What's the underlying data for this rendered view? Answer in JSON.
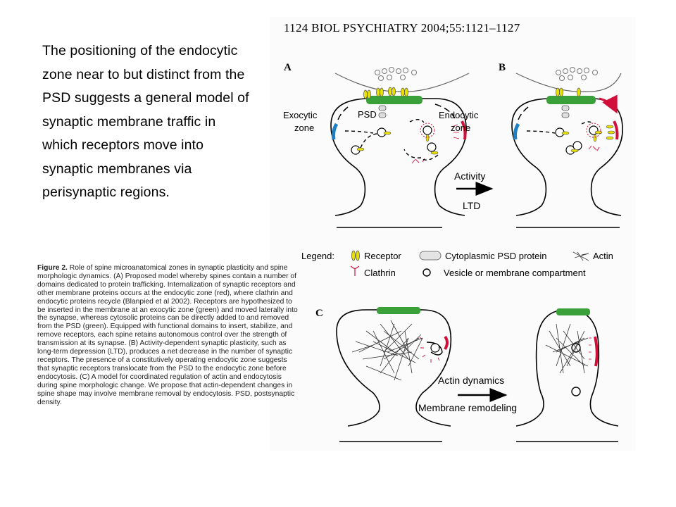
{
  "slide": {
    "text": "The positioning of the endocytic zone near to but distinct from the PSD suggests a general model of synaptic membrane traffic in which receptors move into synaptic membranes via perisynaptic regions."
  },
  "figure": {
    "header": "1124  BIOL PSYCHIATRY 2004;55:1121–1127",
    "panel_a": "A",
    "panel_b": "B",
    "panel_c": "C",
    "exocytic_zone_1": "Exocytic",
    "exocytic_zone_2": "zone",
    "psd": "PSD",
    "endocytic_zone_1": "Endocytic",
    "endocytic_zone_2": "zone",
    "activity": "Activity",
    "ltd": "LTD",
    "legend_title": "Legend:",
    "legend_receptor": "Receptor",
    "legend_cyto_psd": "Cytoplasmic PSD protein",
    "legend_actin": "Actin",
    "legend_clathrin": "Clathrin",
    "legend_vesicle": "Vesicle or membrane compartment",
    "actin_dynamics": "Actin dynamics",
    "membrane_remodeling": "Membrane remodeling",
    "colors": {
      "exocytic": "#1e7fc4",
      "psd": "#3aa03a",
      "endocytic": "#d0103a",
      "receptor": "#e8e000"
    }
  },
  "caption": {
    "label": "Figure 2.",
    "text": "Role of spine microanatomical zones in synaptic plasticity and spine morphologic dynamics. (A) Proposed model whereby spines contain a number of domains dedicated to protein trafficking. Internalization of synaptic receptors and other membrane proteins occurs at the endocytic zone (red), where clathrin and endocytic proteins recycle (Blanpied et al 2002). Receptors are hypothesized to be inserted in the membrane at an exocytic zone (green) and moved laterally into the synapse, whereas cytosolic proteins can be directly added to and removed from the PSD (green). Equipped with functional domains to insert, stabilize, and remove receptors, each spine retains autonomous control over the strength of transmission at its synapse. (B) Activity-dependent synaptic plasticity, such as long-term depression (LTD), produces a net decrease in the number of synaptic receptors. The presence of a constitutively operating endocytic zone suggests that synaptic receptors translocate from the PSD to the endocytic zone before endocytosis. (C) A model for coordinated regulation of actin and endocytosis during spine morphologic change. We propose that actin-dependent changes in spine shape may involve membrane removal by endocytosis. PSD, postsynaptic density."
  }
}
